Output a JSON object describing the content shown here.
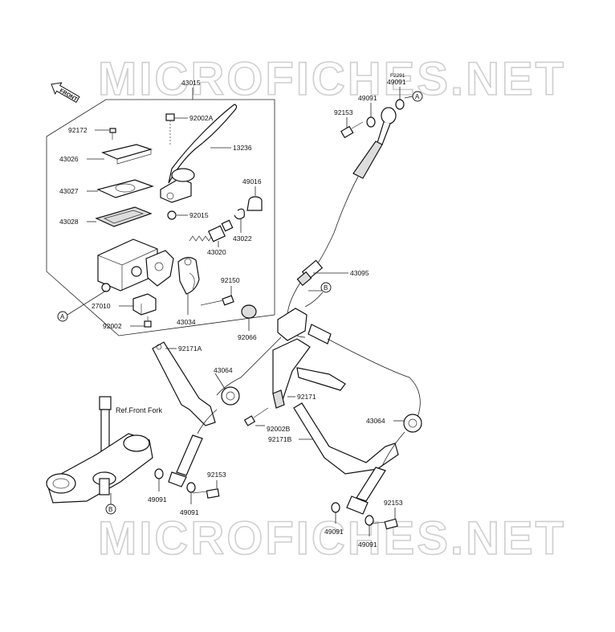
{
  "watermark": "MICROFICHES.NET",
  "front_tag": "FRONT",
  "code": "F2291",
  "ref_note": "Ref.Front Fork",
  "markers": {
    "a": "A",
    "b": "B"
  },
  "parts": {
    "p43015": "43015",
    "p92172": "92172",
    "p43026": "43026",
    "p43027": "43027",
    "p43028": "43028",
    "p92002A": "92002A",
    "p13236": "13236",
    "p49016": "49016",
    "p92015": "92015",
    "p43022": "43022",
    "p43020": "43020",
    "p92150": "92150",
    "p27010": "27010",
    "p43034": "43034",
    "p92002": "92002",
    "p92066": "92066",
    "p49091_top_right": "49091",
    "p49091_top_left": "49091",
    "p92153_top": "92153",
    "p43095": "43095",
    "p92171A": "92171A",
    "p43064_left": "43064",
    "p92171": "92171",
    "p92002B": "92002B",
    "p92171B": "92171B",
    "p43064_right": "43064",
    "p92153_left": "92153",
    "p49091_left_a": "49091",
    "p49091_left_b": "49091",
    "p92153_right": "92153",
    "p49091_right_a": "49091",
    "p49091_right_b": "49091"
  }
}
